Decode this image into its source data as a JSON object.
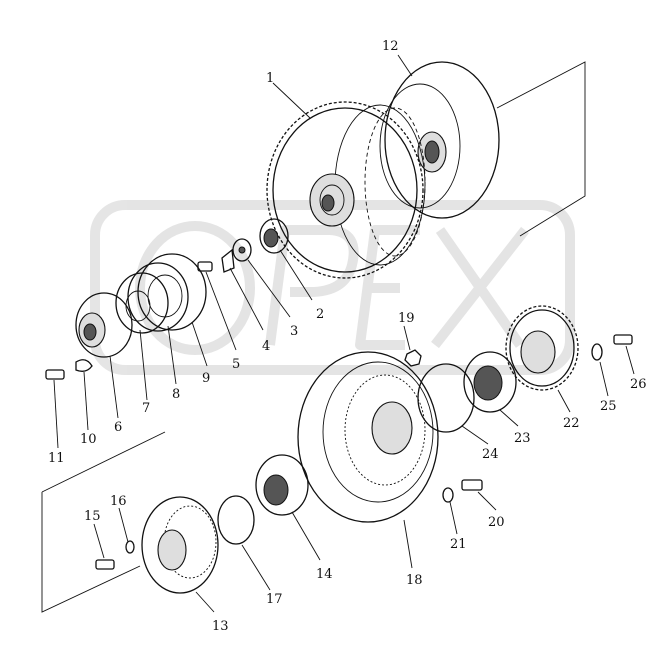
{
  "diagram": {
    "watermark": "OPEX",
    "parts": [
      {
        "id": "1",
        "label": "1"
      },
      {
        "id": "2",
        "label": "2"
      },
      {
        "id": "3",
        "label": "3"
      },
      {
        "id": "4",
        "label": "4"
      },
      {
        "id": "5",
        "label": "5"
      },
      {
        "id": "6",
        "label": "6"
      },
      {
        "id": "7",
        "label": "7"
      },
      {
        "id": "8",
        "label": "8"
      },
      {
        "id": "9",
        "label": "9"
      },
      {
        "id": "10",
        "label": "10"
      },
      {
        "id": "11",
        "label": "11"
      },
      {
        "id": "12",
        "label": "12"
      },
      {
        "id": "13",
        "label": "13"
      },
      {
        "id": "14",
        "label": "14"
      },
      {
        "id": "15",
        "label": "15"
      },
      {
        "id": "16",
        "label": "16"
      },
      {
        "id": "17",
        "label": "17"
      },
      {
        "id": "18",
        "label": "18"
      },
      {
        "id": "19",
        "label": "19"
      },
      {
        "id": "20",
        "label": "20"
      },
      {
        "id": "21",
        "label": "21"
      },
      {
        "id": "22",
        "label": "22"
      },
      {
        "id": "23",
        "label": "23"
      },
      {
        "id": "24",
        "label": "24"
      },
      {
        "id": "25",
        "label": "25"
      },
      {
        "id": "26",
        "label": "26"
      }
    ]
  }
}
